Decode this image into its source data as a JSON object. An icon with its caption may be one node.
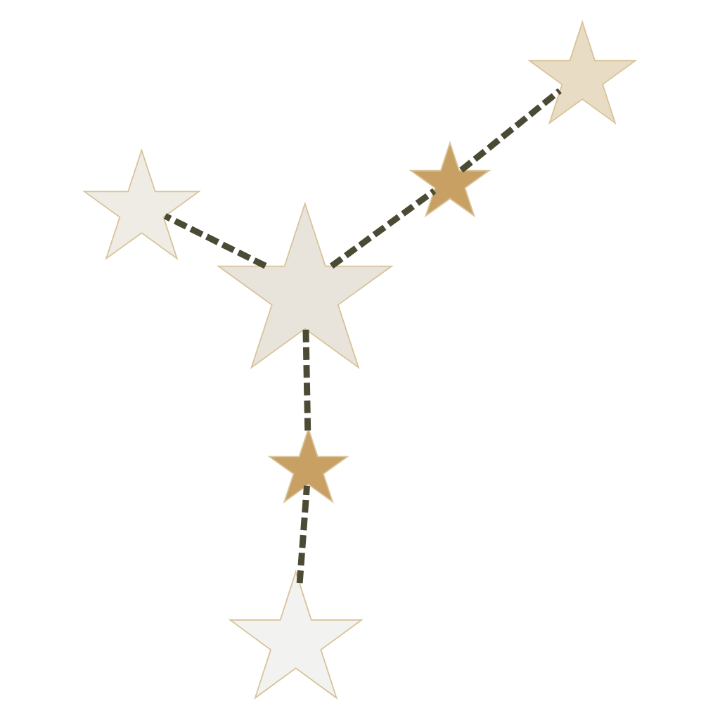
{
  "diagram": {
    "nodes": [
      {
        "text": [],
        "shape": "star"
      },
      {
        "text": [],
        "shape": "star"
      },
      {
        "text": [],
        "shape": "star"
      },
      {
        "text": [],
        "shape": "star"
      },
      {
        "text": [],
        "shape": "star"
      },
      {
        "text": [],
        "shape": "star"
      }
    ],
    "edges": [
      {
        "from": 0,
        "to": 1,
        "arrow": "none",
        "style": "dashed"
      },
      {
        "from": 1,
        "to": 2,
        "arrow": "none",
        "style": "dashed"
      },
      {
        "from": 2,
        "to": 3,
        "arrow": "none",
        "style": "dashed"
      },
      {
        "from": 3,
        "to": 4,
        "arrow": "none",
        "style": "dashed"
      },
      {
        "from": 2,
        "to": 5,
        "arrow": "none",
        "style": "dashed"
      }
    ]
  }
}
